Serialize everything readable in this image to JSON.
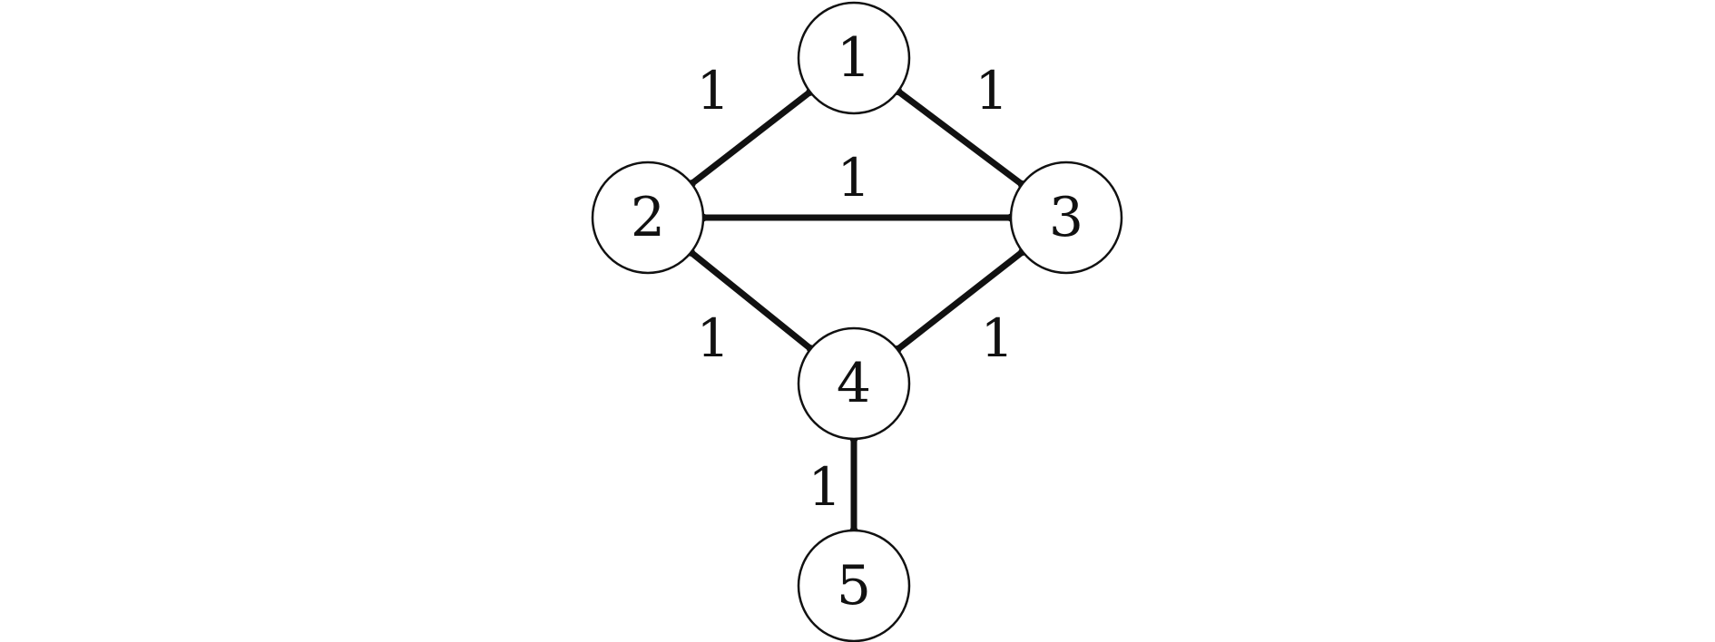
{
  "graph": {
    "nodes": [
      {
        "id": "1",
        "label": "1"
      },
      {
        "id": "2",
        "label": "2"
      },
      {
        "id": "3",
        "label": "3"
      },
      {
        "id": "4",
        "label": "4"
      },
      {
        "id": "5",
        "label": "5"
      }
    ],
    "edges": [
      {
        "from": "1",
        "to": "2",
        "weight": "1"
      },
      {
        "from": "1",
        "to": "3",
        "weight": "1"
      },
      {
        "from": "2",
        "to": "3",
        "weight": "1"
      },
      {
        "from": "2",
        "to": "4",
        "weight": "1"
      },
      {
        "from": "3",
        "to": "4",
        "weight": "1"
      },
      {
        "from": "4",
        "to": "5",
        "weight": "1"
      }
    ],
    "colors": {
      "stroke": "#111111",
      "node_fill": "#ffffff"
    }
  }
}
